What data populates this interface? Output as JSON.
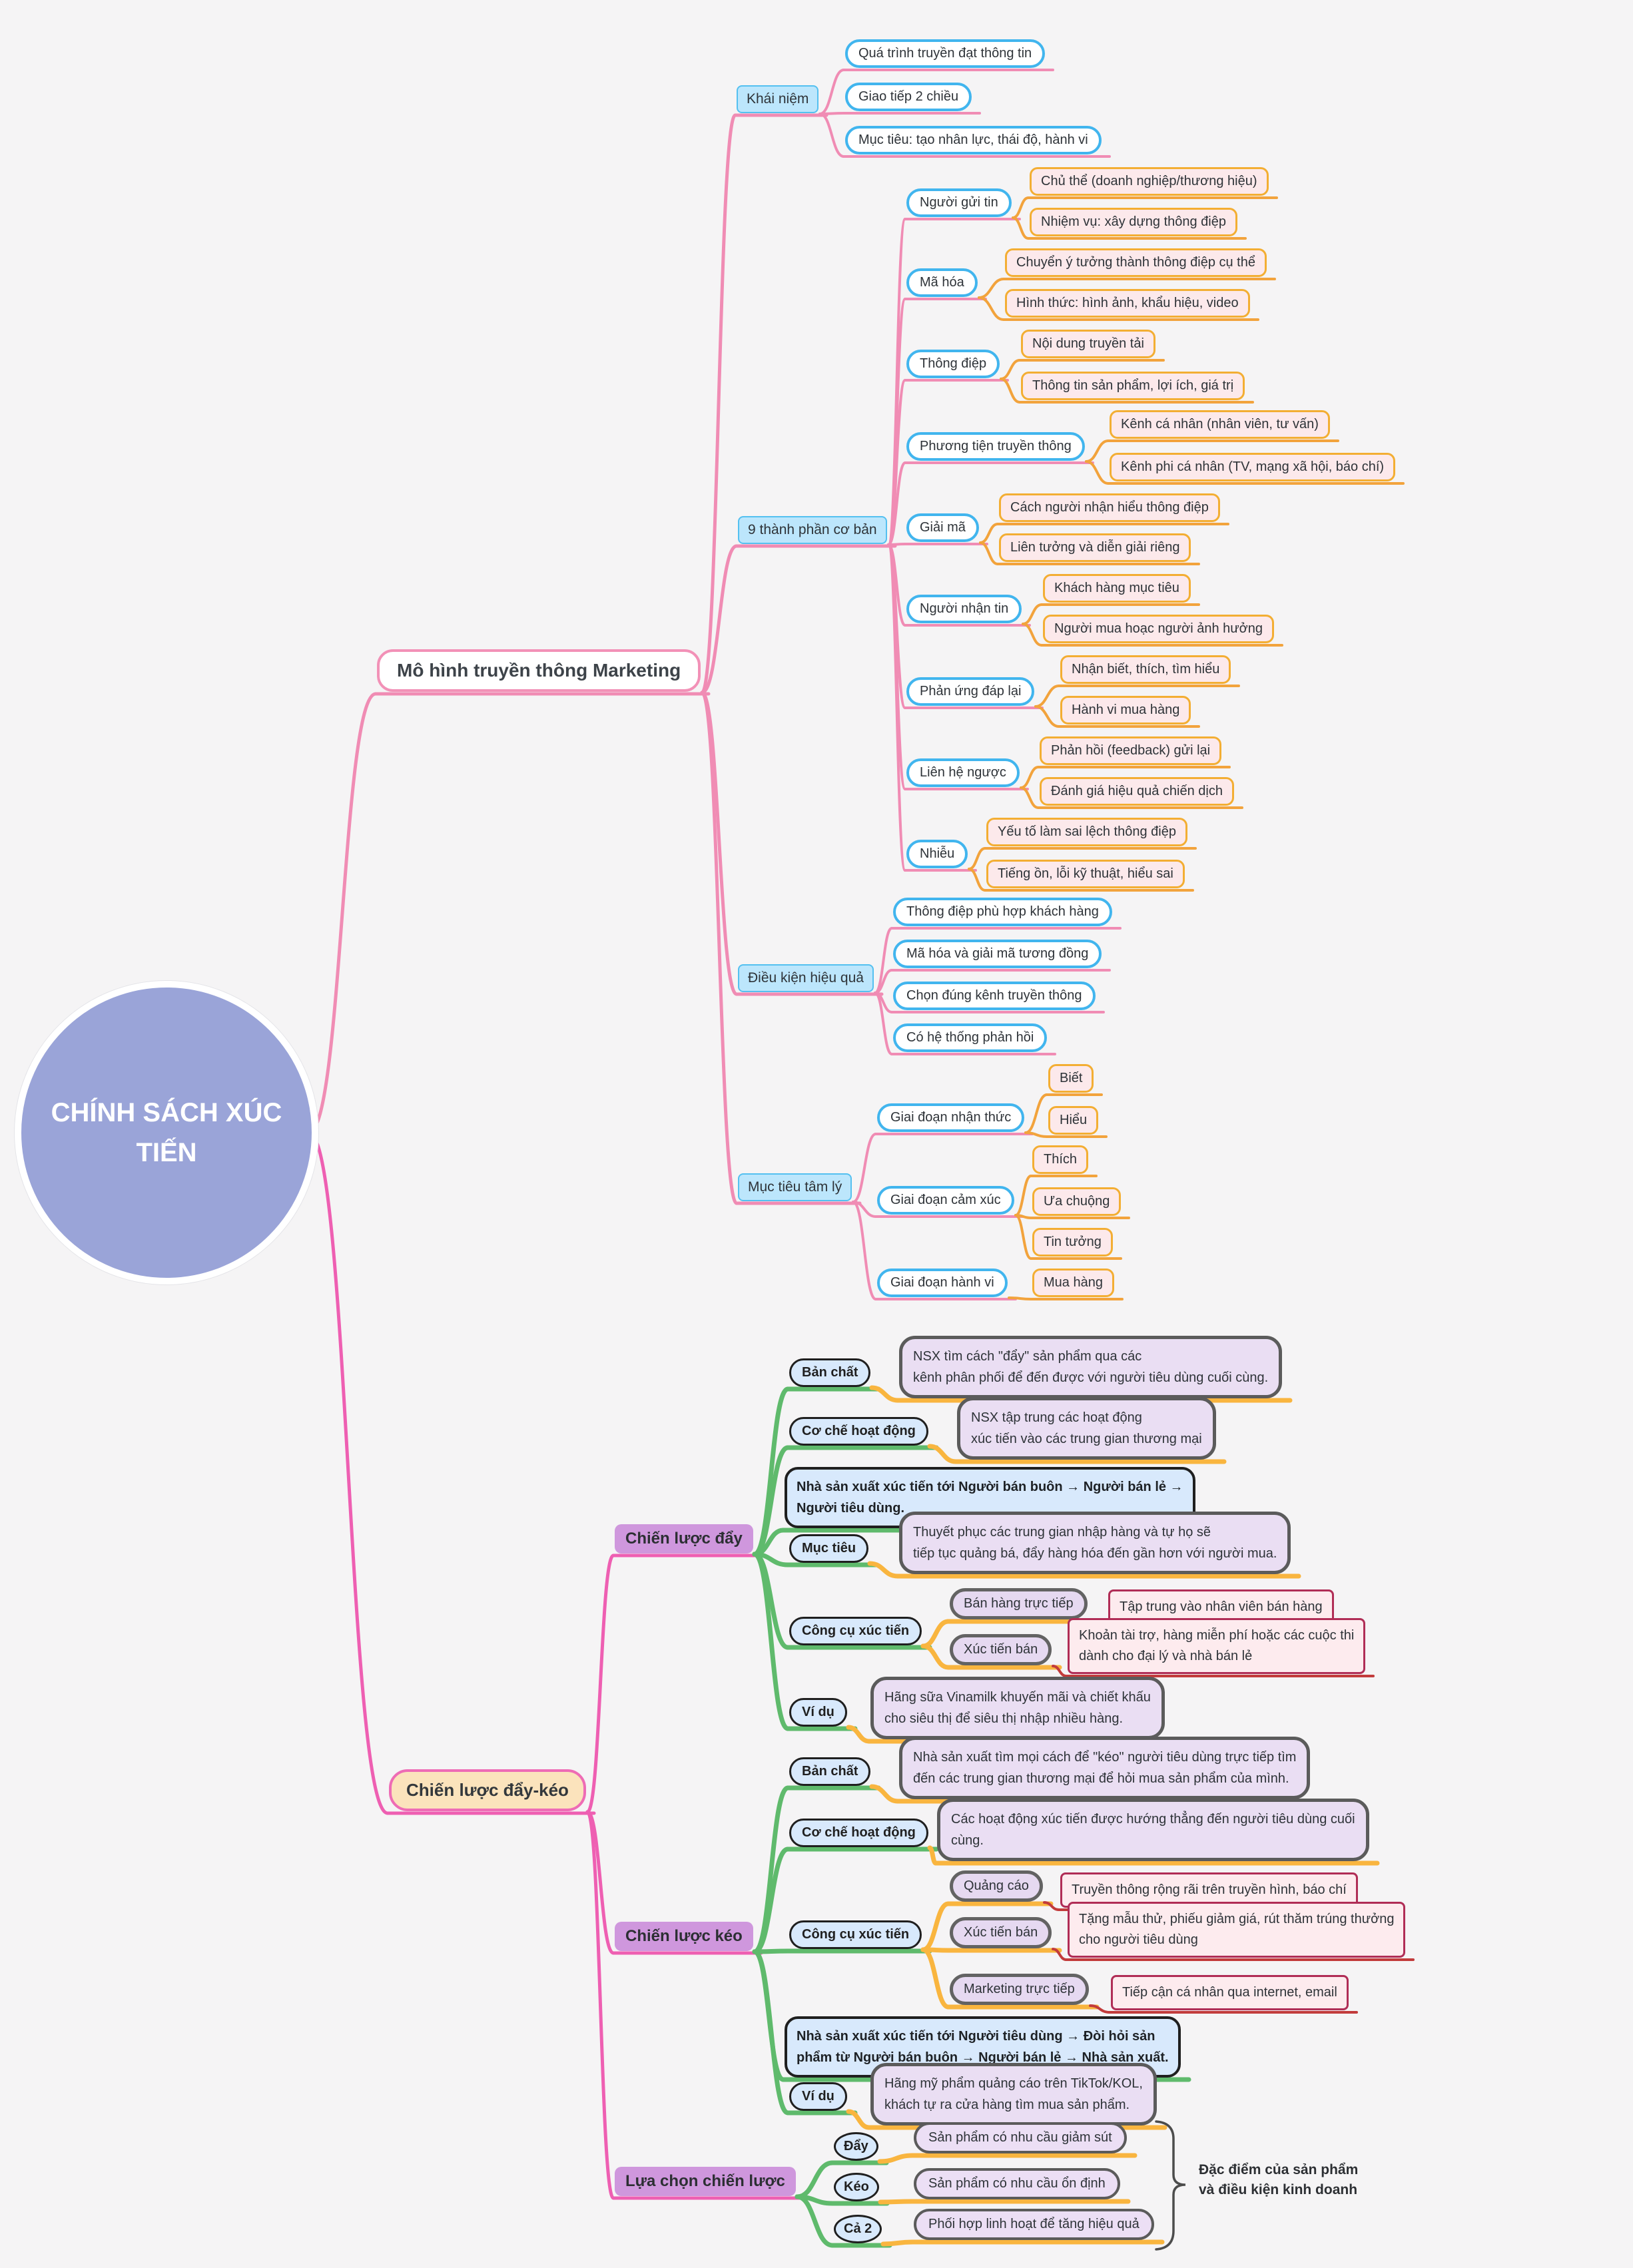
{
  "root": {
    "title": "CHÍNH SÁCH XÚC TIẾN"
  },
  "branch1": {
    "label": "Mô hình truyền thông Marketing",
    "khai_niem": {
      "label": "Khái niệm",
      "items": [
        "Quá trình truyền đạt thông tin",
        "Giao tiếp 2 chiều",
        "Mục tiêu: tạo nhân lực, thái độ, hành vi"
      ]
    },
    "thanh_phan": {
      "label": "9 thành phần cơ bản",
      "components": [
        {
          "label": "Người gửi tin",
          "details": [
            "Chủ thể (doanh nghiệp/thương hiệu)",
            "Nhiệm vụ: xây dựng thông điệp"
          ]
        },
        {
          "label": "Mã hóa",
          "details": [
            "Chuyển ý tưởng thành thông điệp cụ thể",
            "Hình thức: hình ảnh, khẩu hiệu, video"
          ]
        },
        {
          "label": "Thông điệp",
          "details": [
            "Nội dung truyền tải",
            "Thông tin sản phẩm, lợi ích, giá trị"
          ]
        },
        {
          "label": "Phương tiện truyền thông",
          "details": [
            "Kênh cá nhân (nhân viên, tư vấn)",
            "Kênh phi cá nhân (TV, mạng xã hội, báo chí)"
          ]
        },
        {
          "label": "Giải mã",
          "details": [
            "Cách người nhận hiểu thông điệp",
            "Liên tưởng và diễn giải riêng"
          ]
        },
        {
          "label": "Người nhận tin",
          "details": [
            "Khách hàng mục tiêu",
            "Người mua hoạc người ảnh hưởng"
          ]
        },
        {
          "label": "Phản ứng đáp lại",
          "details": [
            "Nhận biết, thích, tìm hiểu",
            "Hành vi mua hàng"
          ]
        },
        {
          "label": "Liên hệ ngược",
          "details": [
            "Phản hồi (feedback) gửi lại",
            "Đánh giá hiệu quả chiến dịch"
          ]
        },
        {
          "label": "Nhiễu",
          "details": [
            "Yếu tố làm sai lệch thông điệp",
            "Tiếng ồn, lỗi kỹ thuật, hiểu sai"
          ]
        }
      ]
    },
    "dieu_kien": {
      "label": "Điều kiện hiệu quả",
      "items": [
        "Thông điệp phù hợp khách hàng",
        "Mã hóa và giải mã tương đồng",
        "Chọn đúng kênh truyền thông",
        "Có hệ thống phản hồi"
      ]
    },
    "muc_tieu_tam_ly": {
      "label": "Mục tiêu tâm lý",
      "stages": [
        {
          "label": "Giai đoạn nhận thức",
          "items": [
            "Biết",
            "Hiểu"
          ]
        },
        {
          "label": "Giai đoạn cảm xúc",
          "items": [
            "Thích",
            "Ưa chuộng",
            "Tin tưởng"
          ]
        },
        {
          "label": "Giai đoạn hành vi",
          "items": [
            "Mua hàng"
          ]
        }
      ]
    }
  },
  "branch2": {
    "label": "Chiến lược đẩy-kéo",
    "push": {
      "label": "Chiến lược đẩy",
      "ban_chat": {
        "label": "Bản chất",
        "text": "NSX tìm cách \"đẩy\" sản phẩm qua các\nkênh phân phối để đến được với người tiêu dùng cuối cùng."
      },
      "co_che": {
        "label": "Cơ chế hoạt động",
        "text": "NSX tập trung các hoạt động\nxúc tiến vào các trung gian thương mại"
      },
      "sequence": "Nhà sản xuất xúc tiến tới Người bán buôn → Người bán lẻ →\nNgười tiêu dùng.",
      "muc_tieu": {
        "label": "Mục tiêu",
        "text": "Thuyết phục các trung gian nhập hàng và tự họ sẽ\ntiếp tục quảng bá, đẩy hàng hóa đến gần hơn với người mua."
      },
      "cong_cu": {
        "label": "Công cụ xúc tiến",
        "tools": [
          {
            "label": "Bán hàng trực tiếp",
            "detail": "Tập trung vào nhân viên bán hàng"
          },
          {
            "label": "Xúc tiến bán",
            "detail": "Khoản tài trợ, hàng miễn phí hoặc các cuộc thi\ndành cho đại lý và nhà bán lẻ"
          }
        ]
      },
      "vi_du": {
        "label": "Ví dụ",
        "text": "Hãng sữa Vinamilk khuyến mãi và chiết khấu\ncho siêu thị để siêu thị nhập nhiều hàng."
      }
    },
    "pull": {
      "label": "Chiến lược kéo",
      "ban_chat": {
        "label": "Bản chất",
        "text": "Nhà sản xuất tìm mọi cách để \"kéo\" người tiêu dùng trực tiếp tìm\nđến các trung gian thương mại để hỏi mua sản phẩm của mình."
      },
      "co_che": {
        "label": "Cơ chế hoạt động",
        "text": "Các hoạt động xúc tiến được hướng thẳng đến người tiêu dùng cuối\ncùng."
      },
      "cong_cu": {
        "label": "Công cụ xúc tiến",
        "tools": [
          {
            "label": "Quảng cáo",
            "detail": "Truyền thông rộng rãi trên truyền hình, báo chí"
          },
          {
            "label": "Xúc tiến bán",
            "detail": "Tặng mẫu thử, phiếu giảm giá, rút thăm trúng thưởng\ncho người tiêu dùng"
          },
          {
            "label": "Marketing trực tiếp",
            "detail": "Tiếp cận cá nhân qua internet, email"
          }
        ]
      },
      "sequence": "Nhà sản xuất xúc tiến tới Người tiêu dùng → Đòi hỏi sản\nphẩm từ Người bán buôn → Người bán lẻ → Nhà sản xuất.",
      "vi_du": {
        "label": "Ví dụ",
        "text": "Hãng mỹ phẩm quảng cáo trên TikTok/KOL,\nkhách tự ra cửa hàng tìm mua sản phẩm."
      }
    },
    "selection": {
      "label": "Lựa chọn chiến lược",
      "options": [
        {
          "label": "Đẩy",
          "text": "Sản phẩm có nhu cầu giảm sút"
        },
        {
          "label": "Kéo",
          "text": "Sản phẩm có nhu cầu ổn định"
        },
        {
          "label": "Cả 2",
          "text": "Phối hợp linh hoạt để tăng hiệu quả"
        }
      ],
      "note": "Đặc điểm của sản phẩm\nvà điều kiện kinh doanh"
    }
  },
  "colors": {
    "background": "#f5f4f5",
    "central_fill": "#9aa4d8",
    "line_pink": "#f08cb4",
    "line_magenta": "#ee5fb2",
    "line_orange": "#f2a33c",
    "line_green": "#5fba6c",
    "line_yellow": "#f9b53f",
    "line_red": "#c23b3b",
    "blue_border": "#41b5ee",
    "blue_label_fill": "#bce6fc",
    "pink_leaf_fill": "#fce9eb",
    "orange_leaf_border": "#f3ae33",
    "purple_label_fill": "#cf97dd",
    "peach_fill": "#fbe3bc",
    "lavender_fill": "#eadef3",
    "light_blue_fill": "#d8e9fc",
    "red_leaf_border": "#b02d56"
  }
}
